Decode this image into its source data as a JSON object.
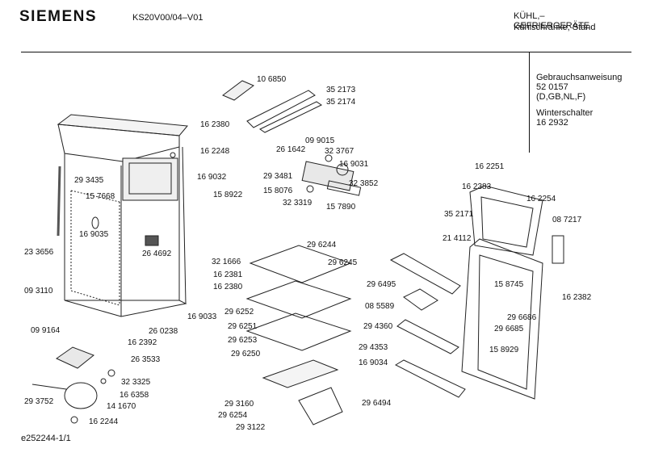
{
  "header": {
    "brand": "SIEMENS",
    "model": "KS20V00/04–V01",
    "title_line1": "KÜHL,–GEFRIERGERÄTE",
    "title_line2": "Kühlschränke, Stand"
  },
  "info_box": {
    "manual_label": "Gebrauchsanweisung",
    "manual_number": "52 0157",
    "manual_langs": "(D,GB,NL,F)",
    "winter_label": "Winterschalter",
    "winter_number": "16 2932"
  },
  "footer": {
    "doc_id": "e252244-1/1"
  },
  "parts": [
    "10 6850",
    "35 2173",
    "35 2174",
    "16 2380",
    "16 2248",
    "09 9015",
    "32 3767",
    "26 1642",
    "16 9031",
    "29 3481",
    "32 3852",
    "15 8076",
    "32 3319",
    "15 7890",
    "16 9032",
    "15 8922",
    "29 3435",
    "15 7668",
    "16 9035",
    "23 3656",
    "26 4692",
    "09 3110",
    "26 0238",
    "16 2392",
    "09 9164",
    "26 3533",
    "32 3325",
    "16 6358",
    "29 3752",
    "14 1670",
    "16 2244",
    "29 6244",
    "32 1666",
    "29 6245",
    "16 2381",
    "16 2380",
    "16 9033",
    "29 6252",
    "29 6251",
    "29 6253",
    "29 6250",
    "29 3160",
    "29 6254",
    "29 3122",
    "16 2251",
    "16 2383",
    "16 2254",
    "35 2171",
    "08 7217",
    "21 4112",
    "29 6495",
    "15 8745",
    "16 2382",
    "08 5589",
    "29 4360",
    "29 6686",
    "29 6685",
    "29 4353",
    "15 8929",
    "16 9034",
    "29 6494"
  ]
}
